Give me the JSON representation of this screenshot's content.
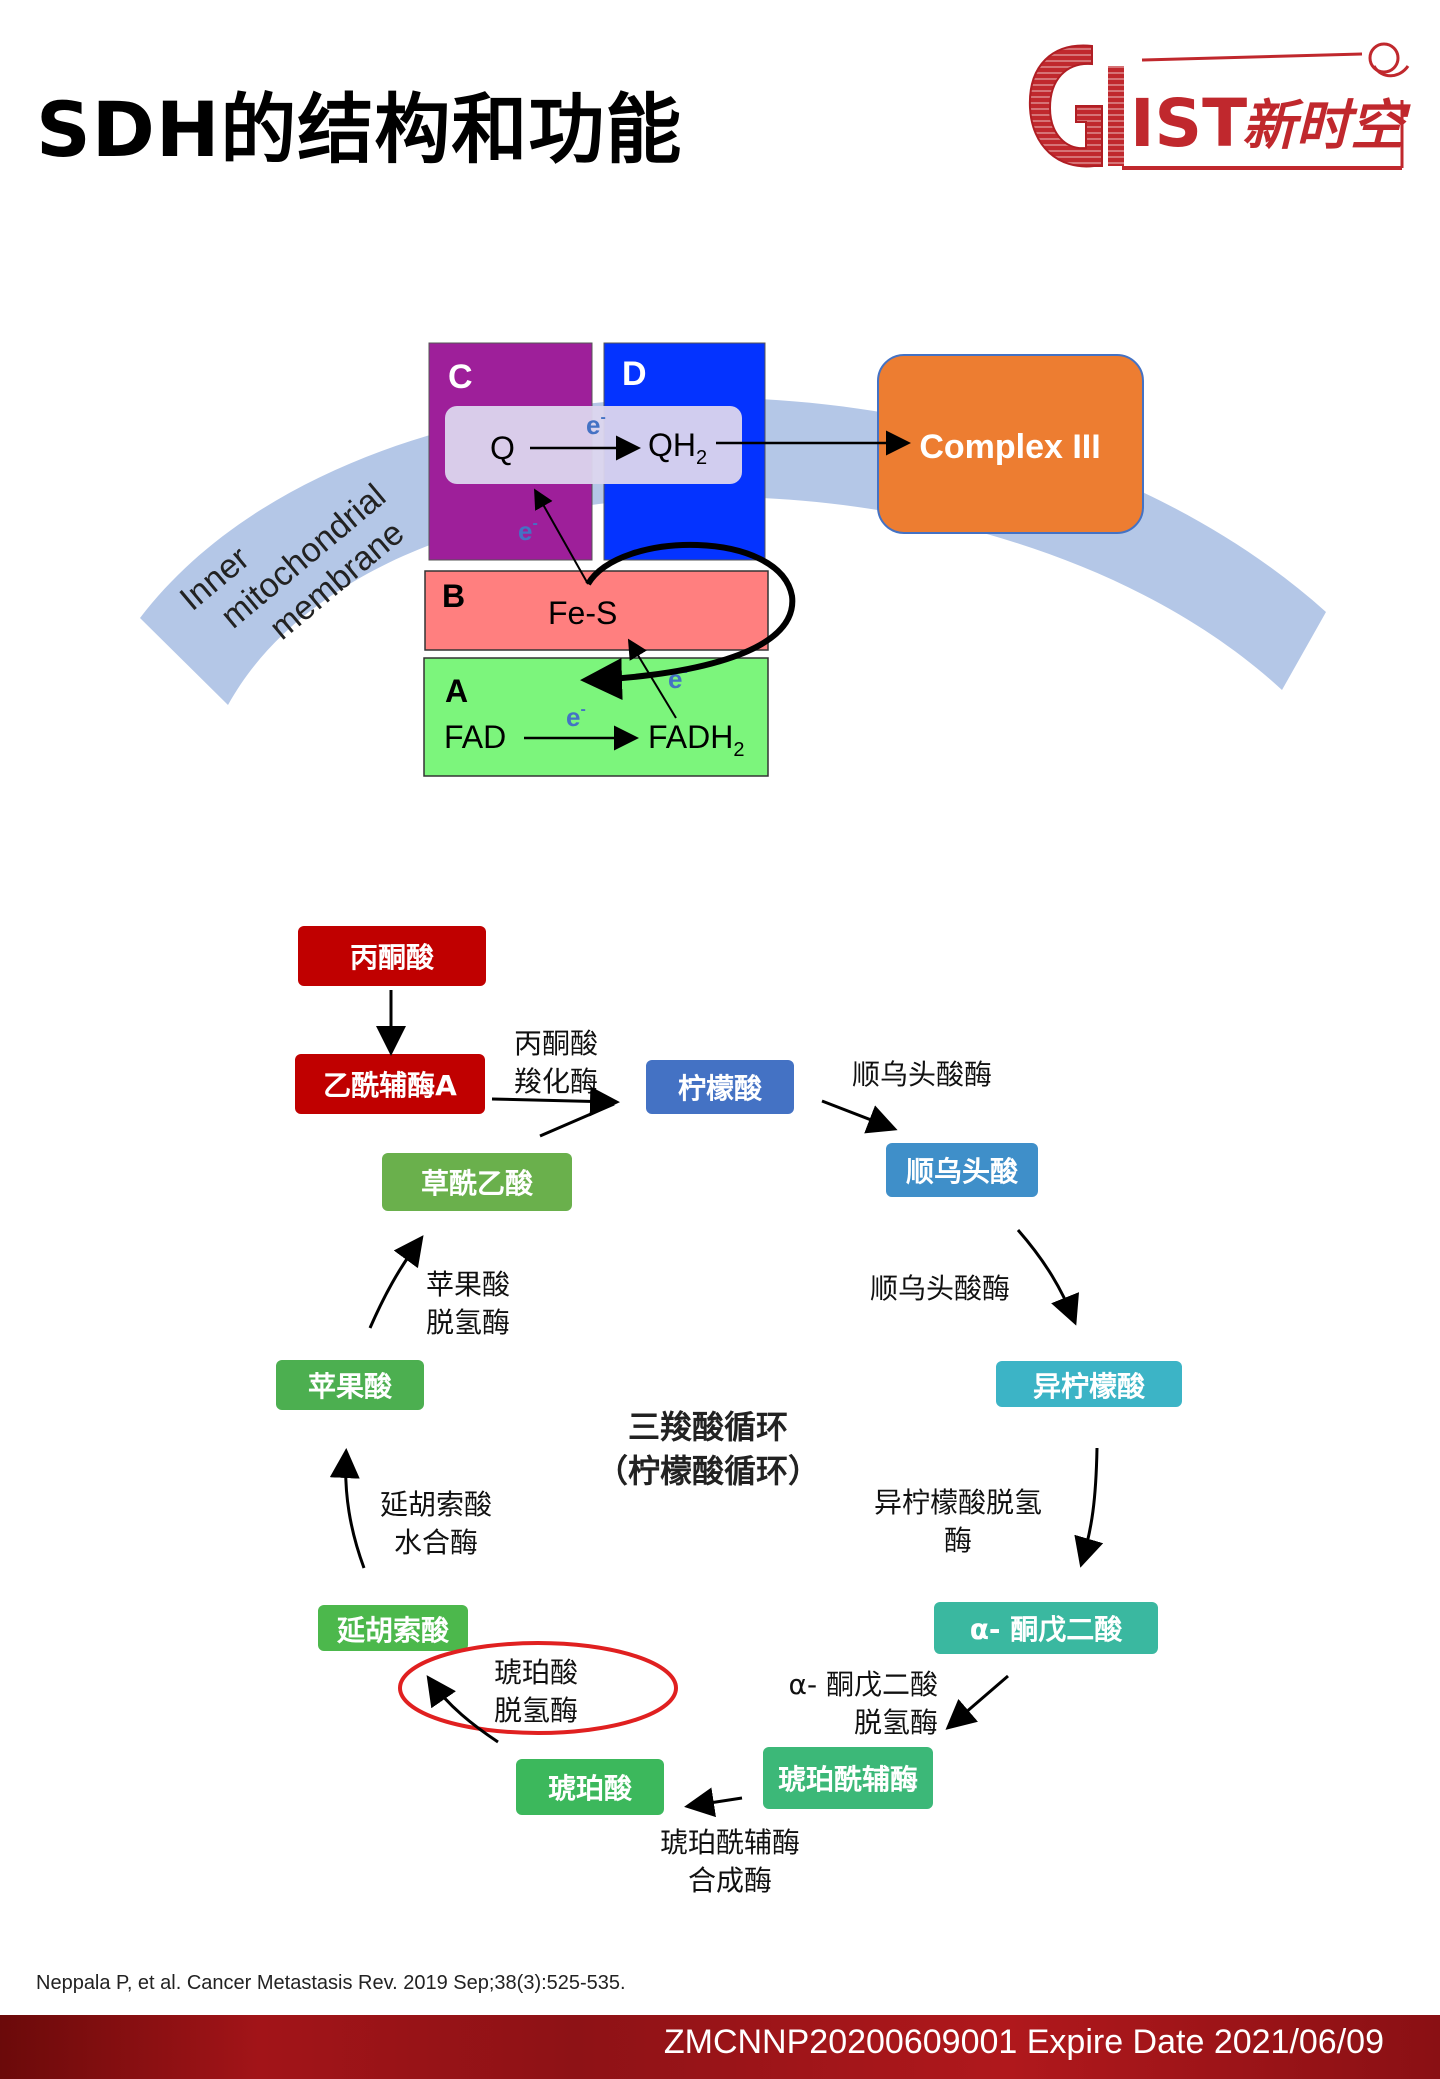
{
  "title": "SDH的结构和功能",
  "logo": {
    "text": "GIST新时空"
  },
  "sdh": {
    "membrane_label": [
      "Inner",
      "mitochondrial",
      "membrane"
    ],
    "subunits": {
      "A": "A",
      "B": "B",
      "C": "C",
      "D": "D"
    },
    "q": "Q",
    "qh2_base": "QH",
    "qh2_sub": "2",
    "fes": "Fe-S",
    "fad": "FAD",
    "fadh2_base": "FADH",
    "fadh2_sub": "2",
    "electron": "e",
    "electron_sup": "-",
    "complex3": "Complex III"
  },
  "tca": {
    "center": [
      "三羧酸循环",
      "（柠檬酸循环）"
    ],
    "nodes": {
      "pyruvate": "丙酮酸",
      "acetyl_coa": "乙酰辅酶A",
      "citrate": "柠檬酸",
      "cis_aconitate": "顺乌头酸",
      "isocitrate": "异柠檬酸",
      "akg": "α- 酮戊二酸",
      "succinyl_coa": "琥珀酰辅酶",
      "succinate": "琥珀酸",
      "fumarate": "延胡索酸",
      "malate": "苹果酸",
      "oxaloacetate": "草酰乙酸"
    },
    "enzymes": {
      "pdh": [
        "丙酮酸",
        "羧化酶"
      ],
      "aconitase1": [
        "顺乌头酸酶"
      ],
      "aconitase2": [
        "顺乌头酸酶"
      ],
      "idh": [
        "异柠檬酸脱氢",
        "酶"
      ],
      "akgdh": [
        "α- 酮戊二酸",
        "脱氢酶"
      ],
      "scs": [
        "琥珀酰辅酶",
        "合成酶"
      ],
      "sdh": [
        "琥珀酸",
        "脱氢酶"
      ],
      "fumarase": [
        "延胡索酸",
        "水合酶"
      ],
      "mdh": [
        "苹果酸",
        "脱氢酶"
      ]
    }
  },
  "citation": "Neppala P, et al. Cancer Metastasis Rev. 2019 Sep;38(3):525-535.",
  "footer": "ZMCNNP20200609001 Expire Date 2021/06/09",
  "colors": {
    "red_node": "#c00000",
    "blue_node": "#4472c4",
    "lightblue_node": "#3f8fc9",
    "teal_node": "#3cb4c6",
    "green_node": "#4caf50",
    "membrane": "#b4c7e7",
    "complex3": "#ed7d31",
    "subunit_c": "#9e1f9a",
    "subunit_d": "#0433ff",
    "subunit_b": "#ff7f7f",
    "subunit_a": "#7cf57c",
    "sdh_circle": "#e02020"
  }
}
